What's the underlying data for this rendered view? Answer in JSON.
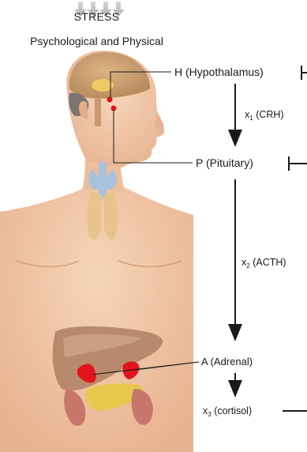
{
  "stress": {
    "title": "STRESS",
    "subtitle": "Psychological and Physical"
  },
  "nodes": {
    "h": "H (Hypothalamus)",
    "p": "P (Pituitary)",
    "a": "A (Adrenal)"
  },
  "signals": {
    "x1": {
      "var": "x",
      "index": "1",
      "name": "(CRH)"
    },
    "x2": {
      "var": "x",
      "index": "2",
      "name": "(ACTH)"
    },
    "x3": {
      "var": "x",
      "index": "3",
      "name": "(cortisol)"
    }
  },
  "colors": {
    "skin": "#f0c6a5",
    "brain": "#c89a6c",
    "gland_red": "#e3141c",
    "thyroid": "#a9c3de",
    "liver": "#b7876a",
    "pancreas": "#e7c84d",
    "kidney": "#c8766a",
    "arrow": "#1a1a1a"
  },
  "icons": {
    "stress_arrows": "down-arrow-icon",
    "inhibition_bar": "t-bar-inhibit-icon"
  }
}
